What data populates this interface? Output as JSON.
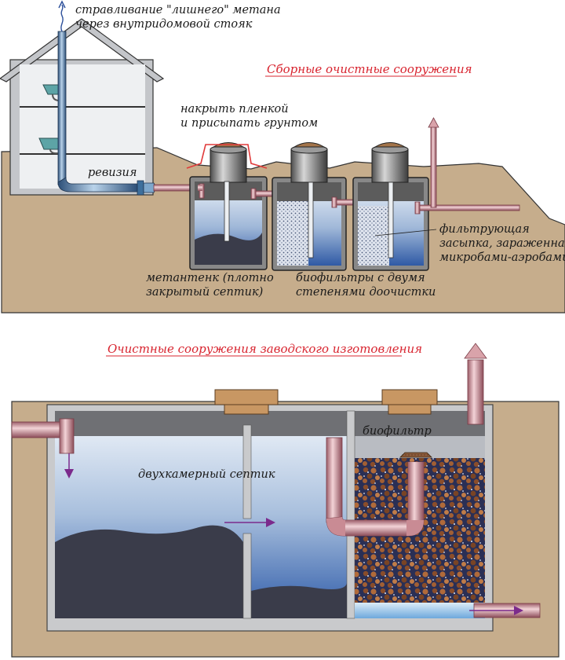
{
  "top_diagram": {
    "title": "Сборные очистные сооружения",
    "labels": {
      "vent_line1": "стравливание \"лишнего\" метана",
      "vent_line2": "через внутридомовой стояк",
      "revision": "ревизия",
      "cover_line1": "накрыть пленкой",
      "cover_line2": "и присыпать грунтом",
      "metatank_line1": "метантенк (плотно",
      "metatank_line2": "закрытый септик)",
      "biofilters_line1": "биофильтры с двумя",
      "biofilters_line2": "степенями доочистки",
      "filter_line1": "фильтрующая",
      "filter_line2": "засыпка, зараженная",
      "filter_line3": "микробами-аэробами"
    }
  },
  "bottom_diagram": {
    "title": "Очистные сооружения заводского изготовления",
    "labels": {
      "septic": "двухкамерный септик",
      "biofilter": "биофильтр"
    }
  },
  "colors": {
    "accent_red": "#d8242f",
    "soil": "#c6ad8c",
    "pipe": "#d9a3aa",
    "lid": "#c89763",
    "water_top": "#e6eef6",
    "water_bottom": "#3560a8",
    "sludge": "#3a3c4a",
    "gravel_dark": "#7a4424"
  }
}
